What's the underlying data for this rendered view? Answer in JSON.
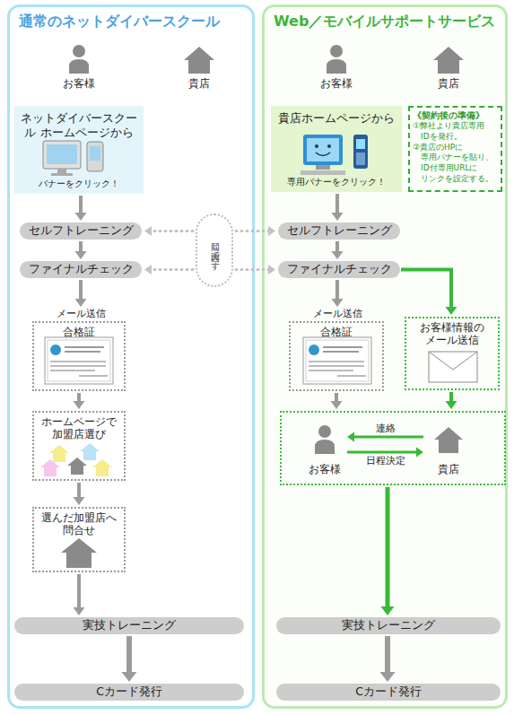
{
  "diagram": {
    "nodes": [
      {
        "text": [
          "通常のネットダイバースクール"
        ]
      },
      {
        "text": [
          "ネットダイバースクール ホームページから",
          "バナーをクリック！"
        ],
        "in": 0
      },
      {
        "text": [
          "セルフトレーニング"
        ],
        "in": 0
      },
      {
        "text": [
          "ファイナルチェック"
        ],
        "in": 0
      },
      {
        "text": [
          "合格証"
        ],
        "in": 0
      },
      {
        "text": [
          "ホームページで 加盟店選び"
        ],
        "in": 0
      },
      {
        "text": [
          "選んだ加盟店へ 問合せ"
        ],
        "in": 0
      },
      {
        "text": [
          "実技トレーニング"
        ],
        "in": 0
      },
      {
        "text": [
          "Cカード発行"
        ],
        "in": 0
      },
      {
        "text": [
          "Web／モバイルサポートサービス"
        ]
      },
      {
        "text": [
          "貴店ホームページから",
          "専用バナーをクリック！"
        ],
        "in": 9
      },
      {
        "text": [
          "《契約後の準備》",
          "①弊社より貴店専用 IDを発行。",
          "②貴店のHPに 専用バナーを貼り、 ID付専用URLに リンクを設定する。"
        ],
        "in": 9
      },
      {
        "text": [
          "セルフトレーニング"
        ],
        "in": 9
      },
      {
        "text": [
          "ファイナルチェック"
        ],
        "in": 9
      },
      {
        "text": [
          "合格証"
        ],
        "in": 9
      },
      {
        "text": [
          "お客様情報の メール送信"
        ],
        "in": 9
      },
      {
        "text": [],
        "in": 9
      },
      {
        "text": [
          "お客様"
        ],
        "in": 16
      },
      {
        "text": [
          "貴店"
        ],
        "in": 16
      },
      {
        "text": [
          "実技トレーニング"
        ],
        "in": 9
      },
      {
        "text": [
          "Cカード発行"
        ],
        "in": 9
      },
      {
        "text": [
          "同じ内容です"
        ]
      }
    ],
    "edges": [
      {
        "from": 1,
        "to": 2,
        "arrow": "to"
      },
      {
        "from": 2,
        "to": 3,
        "arrow": "to"
      },
      {
        "from": 3,
        "to": 4,
        "label": "メール送信",
        "arrow": "to"
      },
      {
        "from": 4,
        "to": 5,
        "arrow": "to"
      },
      {
        "from": 5,
        "to": 6,
        "arrow": "to"
      },
      {
        "from": 6,
        "to": 7,
        "arrow": "to"
      },
      {
        "from": 7,
        "to": 8,
        "arrow": "to"
      },
      {
        "from": 10,
        "to": 12,
        "arrow": "to"
      },
      {
        "from": 12,
        "to": 13,
        "arrow": "to"
      },
      {
        "from": 13,
        "to": 14,
        "label": "メール送信",
        "arrow": "to"
      },
      {
        "from": 13,
        "to": 15,
        "arrow": "to"
      },
      {
        "from": 15,
        "to": 16,
        "arrow": "to"
      },
      {
        "from": 14,
        "to": 16,
        "arrow": "to"
      },
      {
        "from": 16,
        "to": 19,
        "arrow": "to"
      },
      {
        "from": 19,
        "to": 20,
        "arrow": "to"
      },
      {
        "from": 18,
        "to": 17,
        "label": "連絡",
        "arrow": "to"
      },
      {
        "from": 17,
        "to": 18,
        "label": "日程決定",
        "arrow": "to"
      },
      {
        "from": 21,
        "to": 2,
        "arrow": "to"
      },
      {
        "from": 21,
        "to": 3,
        "arrow": "to"
      },
      {
        "from": 21,
        "to": 12,
        "arrow": "to"
      },
      {
        "from": 21,
        "to": 13,
        "arrow": "to"
      }
    ],
    "labels": [
      "お客様",
      "貴店",
      "お客様",
      "貴店"
    ]
  }
}
